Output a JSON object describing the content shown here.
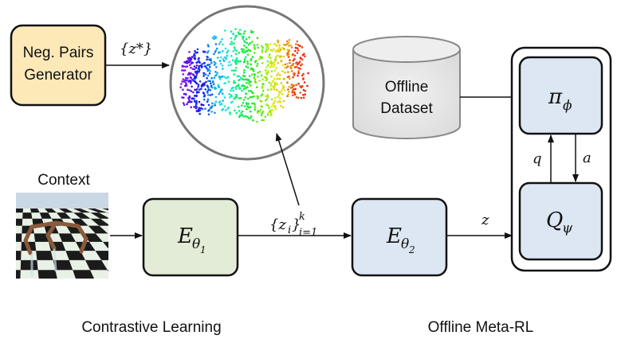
{
  "nodes": {
    "neg_pairs": "Neg. Pairs\nGenerator",
    "dataset": "Offline\nDataset",
    "context": "Context"
  },
  "math": {
    "z_star": "{z*}",
    "encoder1_base": "E",
    "encoder1_sub": "θ",
    "encoder1_subsub": "1",
    "encoder2_base": "E",
    "encoder2_sub": "θ",
    "encoder2_subsub": "2",
    "zi_set": "{z",
    "zi_sub": "i",
    "zi_close": "}",
    "zi_sup": "k",
    "zi_range": "i=1",
    "z": "z",
    "pi": "π",
    "pi_sub": "ϕ",
    "q_base": "Q",
    "q_sub": "ψ",
    "q_arrow": "q",
    "a_arrow": "a"
  },
  "captions": {
    "left": "Contrastive Learning",
    "right": "Offline Meta-RL"
  },
  "colors": {
    "neg_pairs_fill": "#fde9b8",
    "encoder1_fill": "#e3ecd6",
    "encoder2_fill": "#dde7f3",
    "policy_fill": "#dde7f3",
    "dataset_fill": "#e8e8e8",
    "stroke": "#111111"
  }
}
